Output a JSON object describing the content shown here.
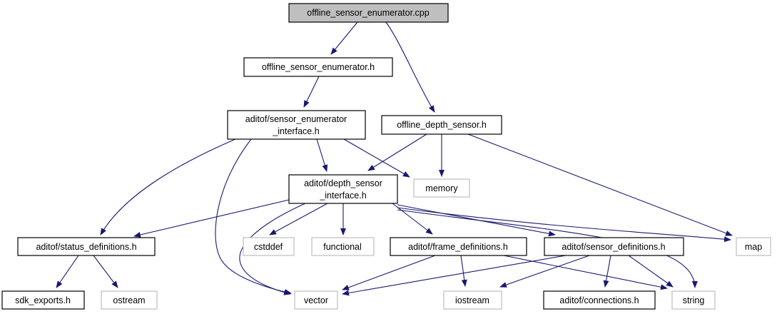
{
  "diagram": {
    "title": "offline_sensor_enumerator.cpp include dependency graph",
    "type": "include-dependency-graph",
    "colors": {
      "edge": "#191970",
      "documented_border": "#000000",
      "external_border": "#bfbfbf",
      "root_fill": "#bfbfbf",
      "node_fill": "#ffffff",
      "text": "#000000",
      "background": "#ffffff"
    },
    "nodes": [
      {
        "id": "root",
        "label": "offline_sensor_enumerator.cpp",
        "kind": "root"
      },
      {
        "id": "offline_sensor_enumerator_h",
        "label": "offline_sensor_enumerator.h",
        "kind": "internal"
      },
      {
        "id": "sensor_enumerator_interface_h",
        "label": "aditof/sensor_enumerator",
        "label2": "_interface.h",
        "kind": "internal"
      },
      {
        "id": "offline_depth_sensor_h",
        "label": "offline_depth_sensor.h",
        "kind": "internal"
      },
      {
        "id": "depth_sensor_interface_h",
        "label": "aditof/depth_sensor",
        "label2": "_interface.h",
        "kind": "internal"
      },
      {
        "id": "memory",
        "label": "memory",
        "kind": "external"
      },
      {
        "id": "status_definitions_h",
        "label": "aditof/status_definitions.h",
        "kind": "internal"
      },
      {
        "id": "cstddef",
        "label": "cstddef",
        "kind": "external"
      },
      {
        "id": "functional",
        "label": "functional",
        "kind": "external"
      },
      {
        "id": "frame_definitions_h",
        "label": "aditof/frame_definitions.h",
        "kind": "internal"
      },
      {
        "id": "sensor_definitions_h",
        "label": "aditof/sensor_definitions.h",
        "kind": "internal"
      },
      {
        "id": "map",
        "label": "map",
        "kind": "external"
      },
      {
        "id": "sdk_exports_h",
        "label": "sdk_exports.h",
        "kind": "internal"
      },
      {
        "id": "ostream",
        "label": "ostream",
        "kind": "external"
      },
      {
        "id": "vector",
        "label": "vector",
        "kind": "external"
      },
      {
        "id": "iostream",
        "label": "iostream",
        "kind": "external"
      },
      {
        "id": "connections_h",
        "label": "aditof/connections.h",
        "kind": "internal"
      },
      {
        "id": "string",
        "label": "string",
        "kind": "external"
      }
    ],
    "edges": [
      {
        "from": "root",
        "to": "offline_sensor_enumerator_h"
      },
      {
        "from": "root",
        "to": "offline_depth_sensor_h"
      },
      {
        "from": "offline_sensor_enumerator_h",
        "to": "sensor_enumerator_interface_h"
      },
      {
        "from": "sensor_enumerator_interface_h",
        "to": "depth_sensor_interface_h"
      },
      {
        "from": "sensor_enumerator_interface_h",
        "to": "memory"
      },
      {
        "from": "sensor_enumerator_interface_h",
        "to": "status_definitions_h"
      },
      {
        "from": "sensor_enumerator_interface_h",
        "to": "vector"
      },
      {
        "from": "offline_depth_sensor_h",
        "to": "depth_sensor_interface_h"
      },
      {
        "from": "offline_depth_sensor_h",
        "to": "memory"
      },
      {
        "from": "offline_depth_sensor_h",
        "to": "map"
      },
      {
        "from": "depth_sensor_interface_h",
        "to": "status_definitions_h"
      },
      {
        "from": "depth_sensor_interface_h",
        "to": "cstddef"
      },
      {
        "from": "depth_sensor_interface_h",
        "to": "functional"
      },
      {
        "from": "depth_sensor_interface_h",
        "to": "frame_definitions_h"
      },
      {
        "from": "depth_sensor_interface_h",
        "to": "sensor_definitions_h"
      },
      {
        "from": "depth_sensor_interface_h",
        "to": "map"
      },
      {
        "from": "depth_sensor_interface_h",
        "to": "string"
      },
      {
        "from": "depth_sensor_interface_h",
        "to": "vector"
      },
      {
        "from": "status_definitions_h",
        "to": "sdk_exports_h"
      },
      {
        "from": "status_definitions_h",
        "to": "ostream"
      },
      {
        "from": "frame_definitions_h",
        "to": "vector"
      },
      {
        "from": "frame_definitions_h",
        "to": "iostream"
      },
      {
        "from": "frame_definitions_h",
        "to": "string"
      },
      {
        "from": "sensor_definitions_h",
        "to": "vector"
      },
      {
        "from": "sensor_definitions_h",
        "to": "iostream"
      },
      {
        "from": "sensor_definitions_h",
        "to": "connections_h"
      },
      {
        "from": "sensor_definitions_h",
        "to": "string"
      }
    ]
  }
}
